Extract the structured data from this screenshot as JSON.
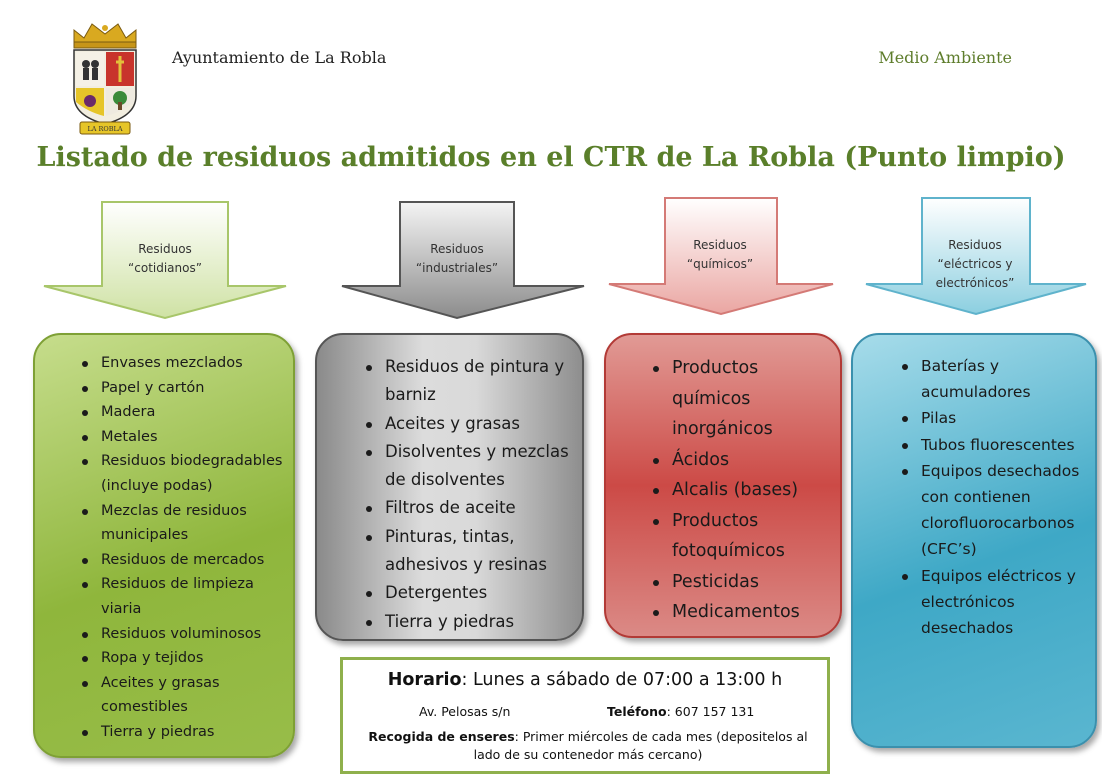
{
  "header": {
    "organization": "Ayuntamiento de La Robla",
    "department": "Medio Ambiente",
    "crest_label": "LA ROBLA"
  },
  "title": "Listado de residuos admitidos en el CTR de La Robla (Punto limpio)",
  "categories": [
    {
      "label_line1": "Residuos",
      "label_line2": "“cotidianos”",
      "label_line3": "",
      "color": "#8fb63c",
      "items": [
        "Envases mezclados",
        "Papel y cartón",
        "Madera",
        "Metales",
        "Residuos biodegradables (incluye podas)",
        "Mezclas de residuos municipales",
        "Residuos de mercados",
        "Residuos de limpieza viaria",
        "Residuos voluminosos",
        "Ropa y tejidos",
        "Aceites y grasas comestibles",
        "Tierra y piedras"
      ]
    },
    {
      "label_line1": "Residuos",
      "label_line2": "“industriales”",
      "label_line3": "",
      "color": "#8a8a8a",
      "items": [
        "Residuos de pintura y barniz",
        "Aceites y grasas",
        "Disolventes y mezclas de disolventes",
        "Filtros de aceite",
        "Pinturas, tintas, adhesivos y resinas",
        "Detergentes",
        "Tierra y piedras"
      ]
    },
    {
      "label_line1": "Residuos",
      "label_line2": "“químicos”",
      "label_line3": "",
      "color": "#cc4a46",
      "items": [
        "Productos químicos inorgánicos",
        "Ácidos",
        "Alcalis (bases)",
        "Productos fotoquímicos",
        "Pesticidas",
        "Medicamentos"
      ]
    },
    {
      "label_line1": "Residuos",
      "label_line2": "“eléctricos y",
      "label_line3": "electrónicos”",
      "color": "#3ea8c6",
      "items": [
        "Baterías y acumuladores",
        "Pilas",
        "Tubos fluorescentes",
        "Equipos desechados con contienen clorofluorocarbonos (CFC’s)",
        "Equipos eléctricos y electrónicos desechados"
      ]
    }
  ],
  "info": {
    "horario_label": "Horario",
    "horario_value": ": Lunes a sábado de 07:00 a 13:00 h",
    "address": "Av. Pelosas s/n",
    "phone_label": "Teléfono",
    "phone_value": ": 607 157 131",
    "pickup_label": "Recogida de enseres",
    "pickup_value": ": Primer miércoles de cada mes (depositelos al lado de su contenedor más cercano)"
  }
}
